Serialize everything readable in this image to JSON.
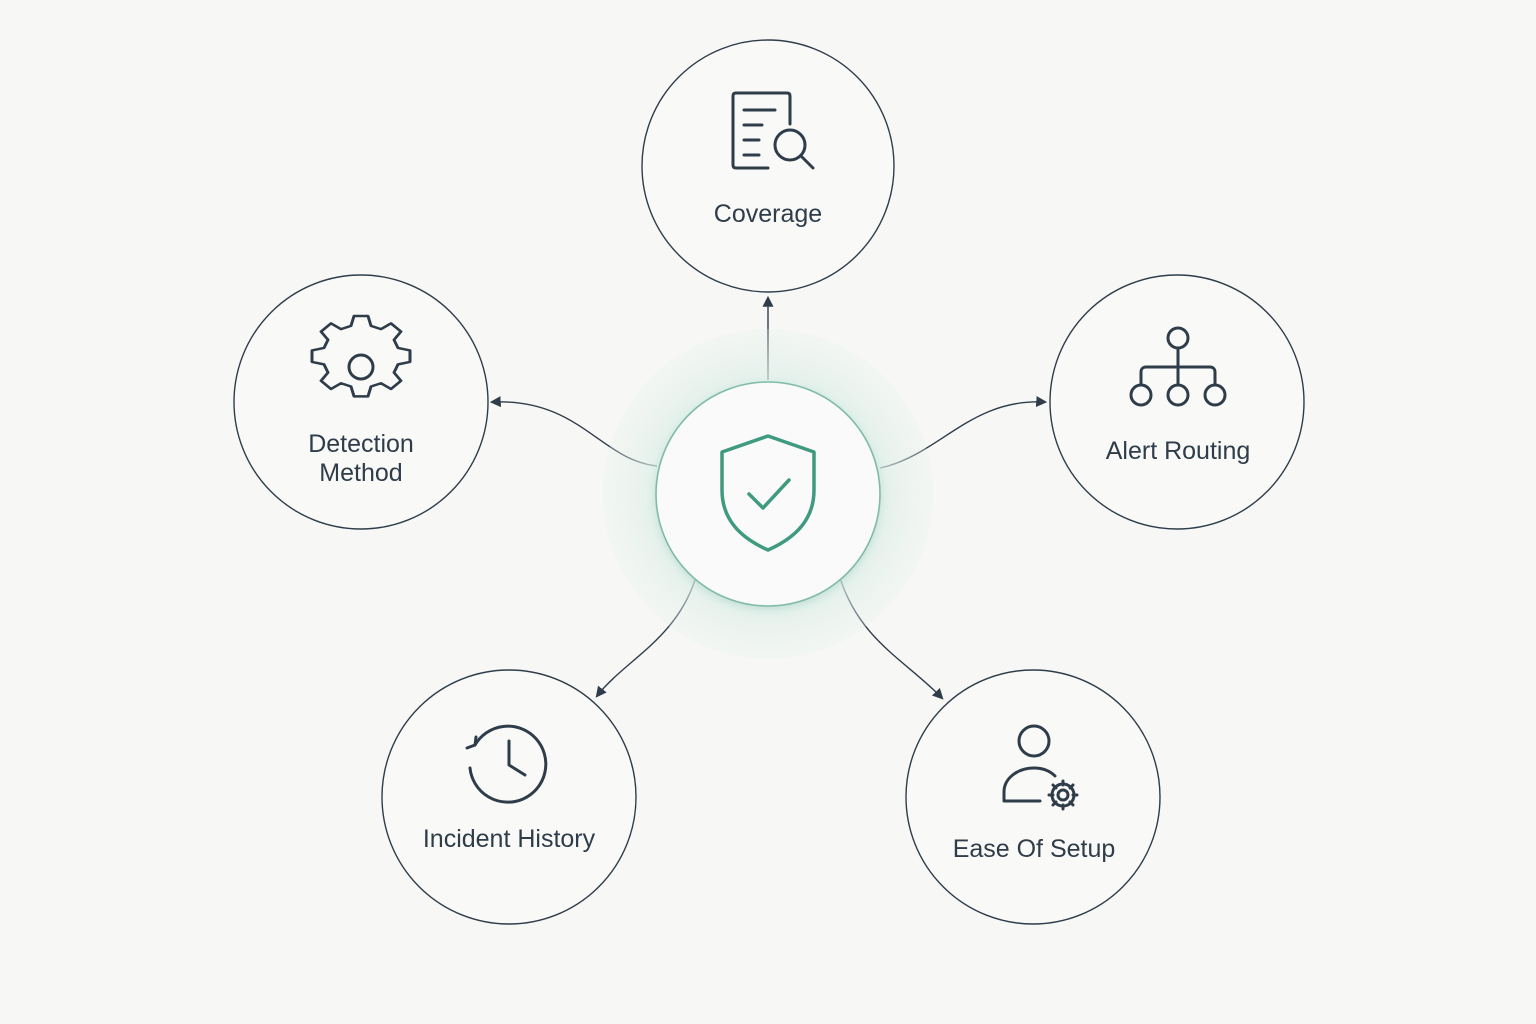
{
  "diagram": {
    "center": {
      "icon": "shield-check-icon"
    },
    "nodes": [
      {
        "id": "coverage",
        "label_lines": [
          "Coverage"
        ],
        "icon": "document-search-icon"
      },
      {
        "id": "alert-routing",
        "label_lines": [
          "Alert Routing"
        ],
        "icon": "hierarchy-icon"
      },
      {
        "id": "ease-of-setup",
        "label_lines": [
          "Ease Of Setup"
        ],
        "icon": "user-gear-icon"
      },
      {
        "id": "incident-history",
        "label_lines": [
          "Incident History"
        ],
        "icon": "history-clock-icon"
      },
      {
        "id": "detection-method",
        "label_lines": [
          "Detection",
          "Method"
        ],
        "icon": "gear-icon"
      }
    ]
  },
  "colors": {
    "background": "#f7f7f5",
    "stroke": "#2f3d4a",
    "accent": "#3f9a80",
    "glow": "#d7ece4",
    "node_fill": "#f9f9f7"
  }
}
